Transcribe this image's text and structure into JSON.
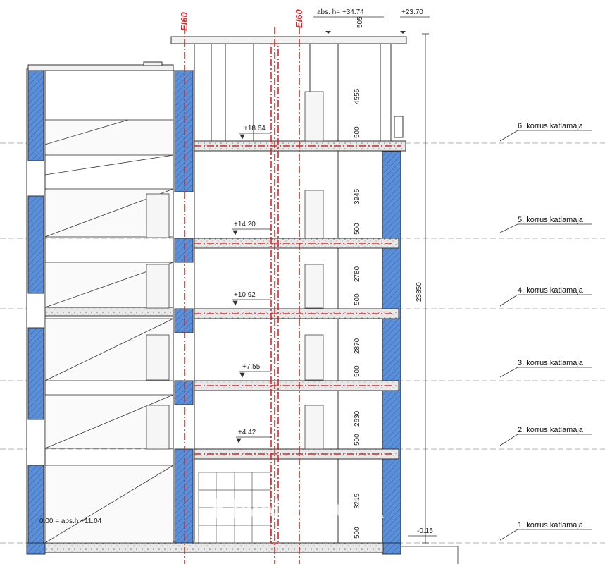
{
  "fire_labels": [
    "EI60",
    "EI60"
  ],
  "top_abs": "abs. h= +34.74",
  "roof_height": "+23.70",
  "roof_dim": "505",
  "floor_marks": [
    "+18.64",
    "+14.20",
    "+10.92",
    "+7.55",
    "+4.42"
  ],
  "ground_mark": "0.00 = abs.h +11.04",
  "grade_mark": "-0.15",
  "storey_dims": [
    "4555",
    "500",
    "3945",
    "500",
    "2780",
    "500",
    "2870",
    "500",
    "2630",
    "500",
    "3215",
    "500"
  ],
  "total_height": "23850",
  "watermark": "KINNISVARA",
  "level_labels": [
    "6. korrus katlamaja",
    "5. korrus katlamaja",
    "4. korrus katlamaja",
    "3. korrus katlamaja",
    "2. korrus katlamaja",
    "1. korrus katlamaja"
  ],
  "colors": {
    "wall": "#5b8fd8",
    "fire_line": "#d42a2a",
    "line": "#333333"
  }
}
